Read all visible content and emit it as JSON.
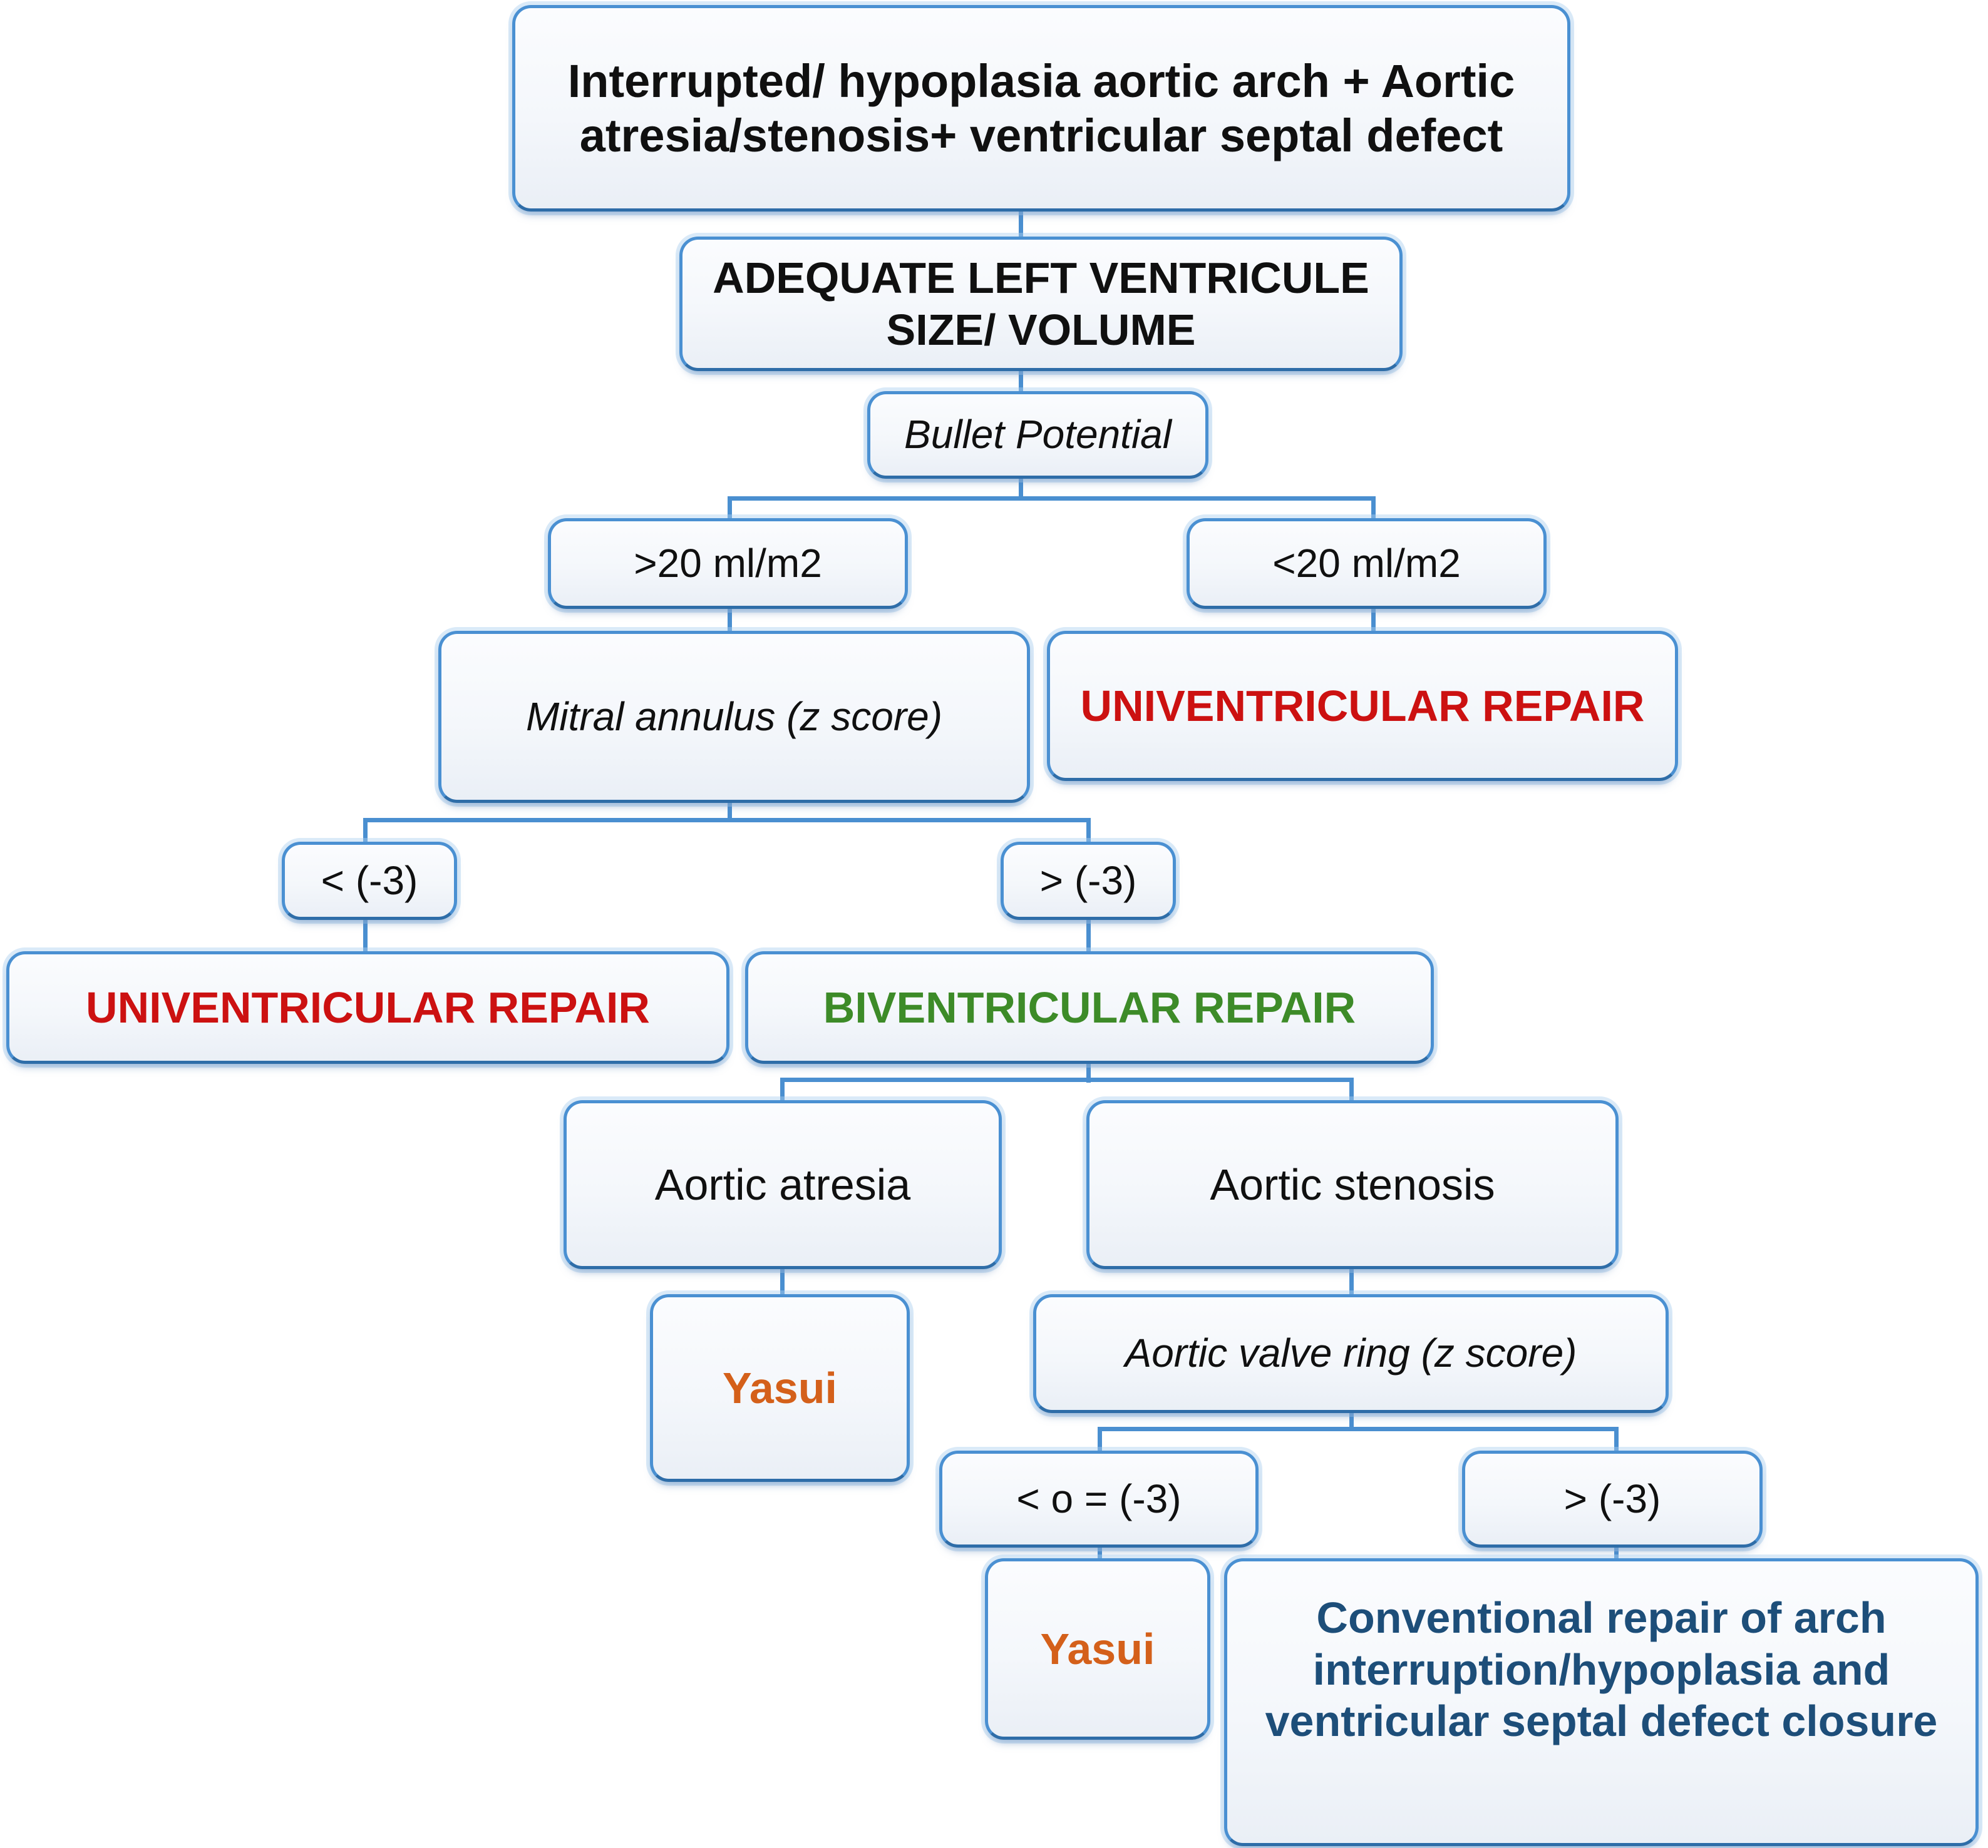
{
  "diagram": {
    "title": "Surgical decision algorithm for interrupted/hypoplastic aortic arch with aortic atresia or stenosis and ventricular septal defect",
    "colors": {
      "box_border": "#4A90D2",
      "box_border_bottom": "#2E6DA8",
      "box_fill": "#F4F7FB",
      "connector": "#4A8FD0",
      "univentricular_red": "#CC1111",
      "biventricular_green": "#3D8B28",
      "yasui_orange": "#D4601A",
      "conventional_navy": "#1D4E79",
      "default_text": "#101010"
    },
    "nodes": {
      "root": "Interrupted/ hypoplasia aortic arch + Aortic atresia/stenosis+ ventricular septal defect",
      "adequate_lv": "ADEQUATE LEFT VENTRICULE SIZE/ VOLUME",
      "bullet_potential": "Bullet Potential",
      "gt20": ">20 ml/m2",
      "lt20": "<20 ml/m2",
      "mitral_annulus": "Mitral annulus (z score)",
      "univentricular_right": "UNIVENTRICULAR REPAIR",
      "mitral_lt_neg3": "< (-3)",
      "mitral_gt_neg3": "> (-3)",
      "univentricular_left": "UNIVENTRICULAR REPAIR",
      "biventricular": "BIVENTRICULAR REPAIR",
      "aortic_atresia": "Aortic atresia",
      "aortic_stenosis": "Aortic stenosis",
      "yasui_atresia": "Yasui",
      "aortic_valve_ring": "Aortic valve ring (z score)",
      "avr_le_neg3": "< o = (-3)",
      "avr_gt_neg3": "> (-3)",
      "yasui_stenosis": "Yasui",
      "conventional_repair": "Conventional repair of arch interruption/hypoplasia and ventricular septal defect closure"
    }
  }
}
